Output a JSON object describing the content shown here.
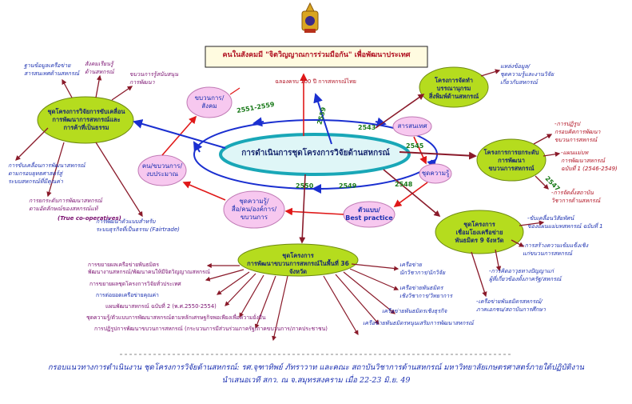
{
  "title": "คนในสังคมมี \"จิตวิญญาณการร่วมมือกัน\" เพื่อพัฒนาประเทศ",
  "title_sub": "ฉลองครบ 100 ปี การสหกรณ์ไทย",
  "center": "การดำเนินการชุดโครงการวิจัยด้านสหกรณ์",
  "nodes": {
    "left_main": "ชุดโครงการวิจัยการขับเคลื่อน\nการพัฒนาการสหกรณ์และ\nการค้าที่เป็นธรรม",
    "right_top": "โครงการจัดทำ\nบรรณานุกรม\nสิ่งพิมพ์ด้านสหกรณ์",
    "right_mid": "โครงการการยกระดับ\nการพัฒนา\nขบวนการสหกรณ์",
    "right_bottom": "ชุดโครงการ\nเชื่อมโยงเครือข่าย\nพันธมิตร 9 จังหวัด",
    "bottom_main": "ชุดโครงการ\nการพัฒนาขบวนการสหกรณ์ในพื้นที่ 36 จังหวัด"
  },
  "pink_nodes": {
    "p1": "ขบวนการ/\nสังคม",
    "p2": "สารสนเทศ",
    "p3": "ชุดความรู้",
    "p4": "คน/ขบวนการ/\nงบประมาณ",
    "p5": "ชุดความรู้/\nสื่อ/คน/องค์การ/\nขบวนการ",
    "p6": "ตัวแบบ/\nBest practice"
  },
  "years": {
    "y1": "2551-2559",
    "y2": "2559",
    "y3": "2543",
    "y4": "2545",
    "y5": "2547",
    "y6": "2548",
    "y7": "2549",
    "y8": "2550"
  },
  "leaves": {
    "lt1": "ฐานข้อมูลเครือข่าย\nสารสนเทศด้านสหกรณ์",
    "lt2": "สังคมเรียนรู้\nด้านสหกรณ์",
    "lt3": "ขบวนการรู้สนับสนุน\nการพัฒนา",
    "lb1": "การขับเคลื่อนการพัฒนาสหกรณ์\nตามกรอบยุทธศาสตร์สู่\nระบบสหกรณ์ที่มีคุณค่า",
    "lb2": "การยกระดับการพัฒนาสหกรณ์\nตามอัตลักษณ์ของสหกรณ์แท้",
    "lb3": "(True co-operatives)",
    "lb4": "การพัฒนาตัวแบบสำหรับ\nระบบธุรกิจที่เป็นธรรม (Fairtrade)",
    "rt1": "แหล่งข้อมูล/\nชุดความรู้และงานวิจัย\nเกี่ยวกับสหกรณ์",
    "rm1": "-การปฏิรูป\nกรอบคิดการพัฒนา\nขบวนการสหกรณ์",
    "rm2": "-แผนแม่บท\nการพัฒนาสหกรณ์\nฉบับที่ 1 (2546-2549)",
    "rm3": "-การจัดตั้งสถาบัน\nวิชาการด้านสหกรณ์",
    "rb1": "-ขับเคลื่อนวิสัยทัศน์\nของแผนแม่บทสหกรณ์ ฉบับที่ 1",
    "rb2": "-การสร้างความเข้มแข็งเชิง\nแก่ขบวนการสหกรณ์",
    "rb3": "-การคิดอาวุธทางปัญญาแก่\nผู้ที่เกี่ยวข้องทั้งภาครัฐ/สหกรณ์",
    "rb4": "-เครือข่ายพันธมิตรสหกรณ์/\nภาคเอกชน/สถาบันการศึกษา",
    "bl1": "การขยายผลเครือข่ายพันธมิตร\nพัฒนางานสหกรณ์/พัฒนาคนให้มีจิตวิญญาณสหกรณ์",
    "bl2": "การขยายผลชุดโครงการวิจัยทั่วประเทศ",
    "bl3": "การต่อยอดเครือข่ายคุณค่า",
    "bl4": "แผนพัฒนาสหกรณ์ ฉบับที่ 2 (พ.ศ.2550-2554)",
    "bl5": "ชุดความรู้/ตัวแบบการพัฒนาสหกรณ์ตามหลักเศรษฐกิจพอเพียงเพื่อความยั่งยืน",
    "bl6": "การปฏิรูปการพัฒนาขบวนการสหกรณ์ (กระบวนการมีส่วนร่วมภาครัฐ/ภาคขบวนการ/ภาคประชาชน)",
    "br1": "เครือข่าย\nนักวิชาการ/นักวิจัย",
    "br2": "เครือข่ายพันธมิตร\nเชิงวิชาการ/วิทยาการ",
    "br3": "เครือข่ายพันธมิตรเชิงธุรกิจ",
    "br4": "เครือข่ายพันธมิตรหนุนเสริมการพัฒนาสหกรณ์"
  },
  "footer": {
    "line1": "กรอบแนวทางการดำเนินงาน ชุดโครงการวิจัยด้านสหกรณ์: รศ.จุฑาทิพย์ ภัทราวาท และคณะ  สถาบันวิชาการด้านสหกรณ์ มหาวิทยาลัยเกษตรศาสตร์ภายใต้ปฏิบัติงาน",
    "line2": "นำเสนอเวที สกว. ณ จ.สมุทรสงคราม เมื่อ 22-23 มิ.ย. 49"
  },
  "colors": {
    "node_green": "#b5dc1e",
    "pink": "#f7c8ef",
    "center_fill": "#dff6f7",
    "center_border": "#19a7b7",
    "blue_arrow": "#1a2fd0",
    "red_arrow": "#e01818",
    "maroon": "#8a1a2a"
  },
  "icons": {
    "emblem": "royal-emblem-icon"
  }
}
